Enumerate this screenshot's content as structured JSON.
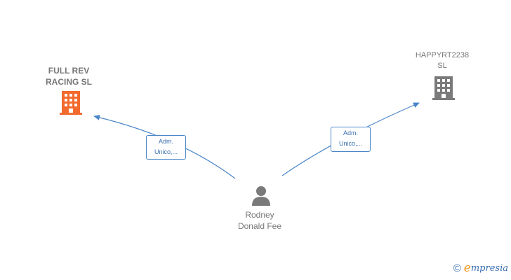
{
  "nodes": {
    "company_left": {
      "name_line1": "FULL REV",
      "name_line2": "RACING  SL",
      "color": "#f26a2e",
      "icon": "building-icon"
    },
    "company_right": {
      "name_line1": "HAPPYRT2238",
      "name_line2": "SL",
      "color": "#7a7a7a",
      "icon": "building-icon"
    },
    "person": {
      "name_line1": "Rodney",
      "name_line2": "Donald Fee",
      "color": "#7a7a7a",
      "icon": "person-icon"
    }
  },
  "edges": [
    {
      "role_line1": "Adm.",
      "role_line2": "Unico,...",
      "target": "FULL REV RACING  SL"
    },
    {
      "role_line1": "Adm.",
      "role_line2": "Unico,...",
      "target": "HAPPYRT2238 SL"
    }
  ],
  "brand": {
    "copyright": "©",
    "logo_initial": "e",
    "logo_rest": "mpresia"
  },
  "colors": {
    "edge": "#4a86c8"
  }
}
